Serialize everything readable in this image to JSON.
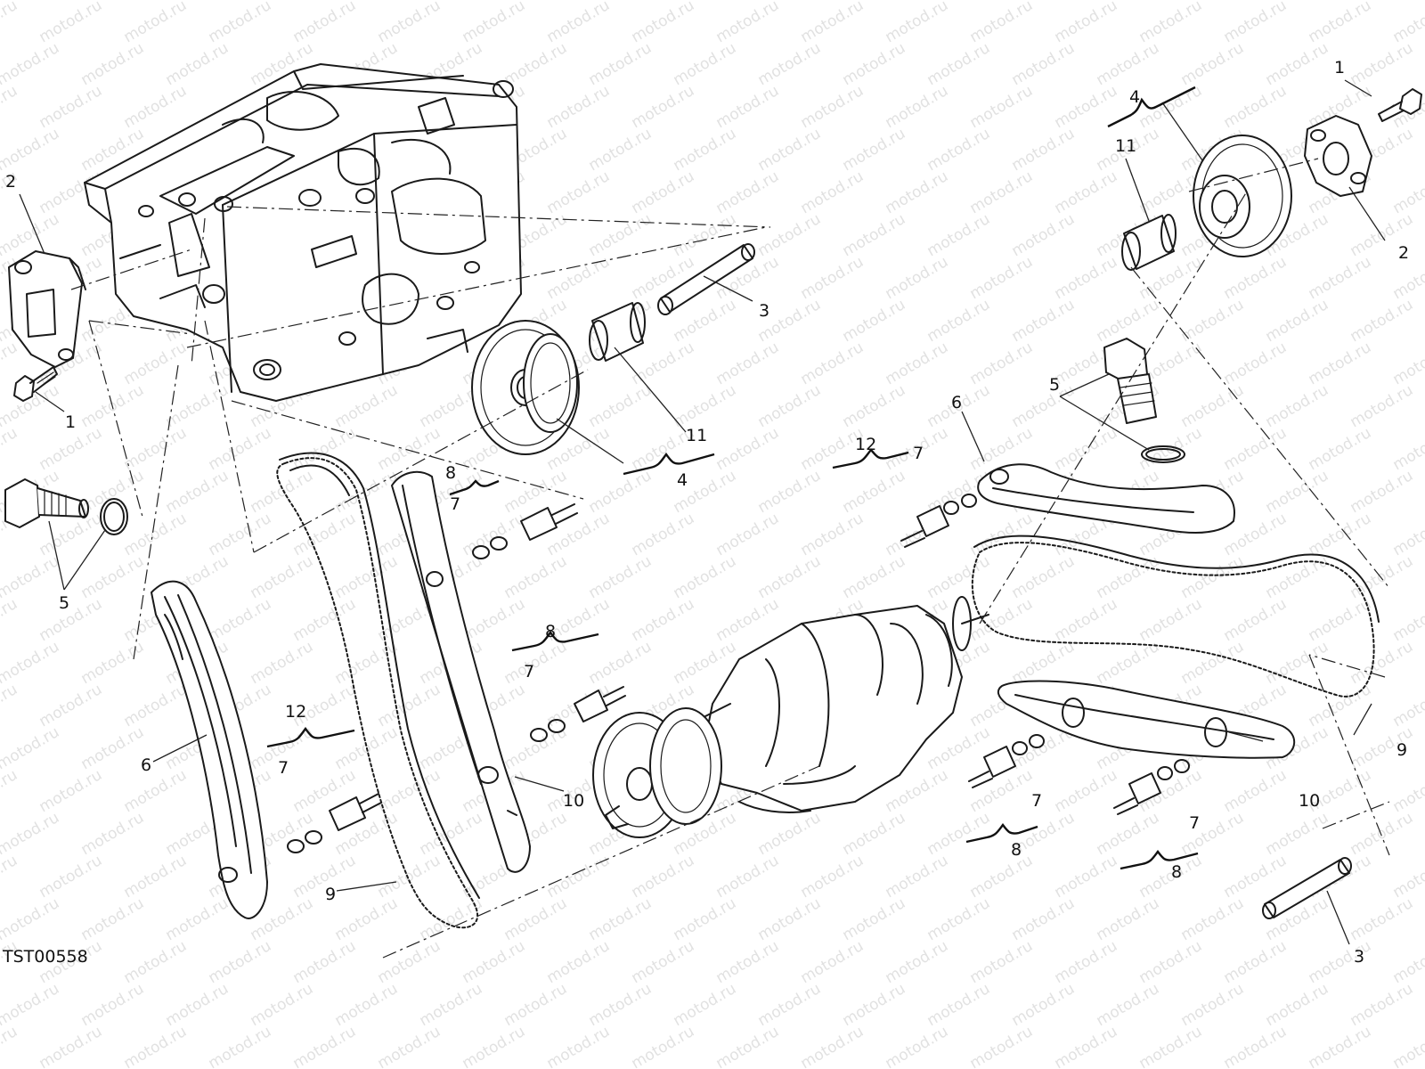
{
  "diagram": {
    "code": "TST00558",
    "watermark": "motod.ru",
    "callouts": {
      "c1_left": "1",
      "c1_right": "1",
      "c2_left": "2",
      "c2_right": "2",
      "c3_center": "3",
      "c3_right": "3",
      "c4_center": "4",
      "c4_right": "4",
      "c5_left": "5",
      "c5_right": "5",
      "c6_left": "6",
      "c6_right": "6",
      "c7_a": "7",
      "c7_b": "7",
      "c7_c": "7",
      "c7_d": "7",
      "c7_e": "7",
      "c7_f": "7",
      "c8_a": "8",
      "c8_b": "8",
      "c8_c": "8",
      "c8_d": "8",
      "c9_left": "9",
      "c9_right": "9",
      "c10_left": "10",
      "c10_right": "10",
      "c11_center": "11",
      "c11_right": "11",
      "c12_left": "12",
      "c12_right": "12"
    }
  }
}
